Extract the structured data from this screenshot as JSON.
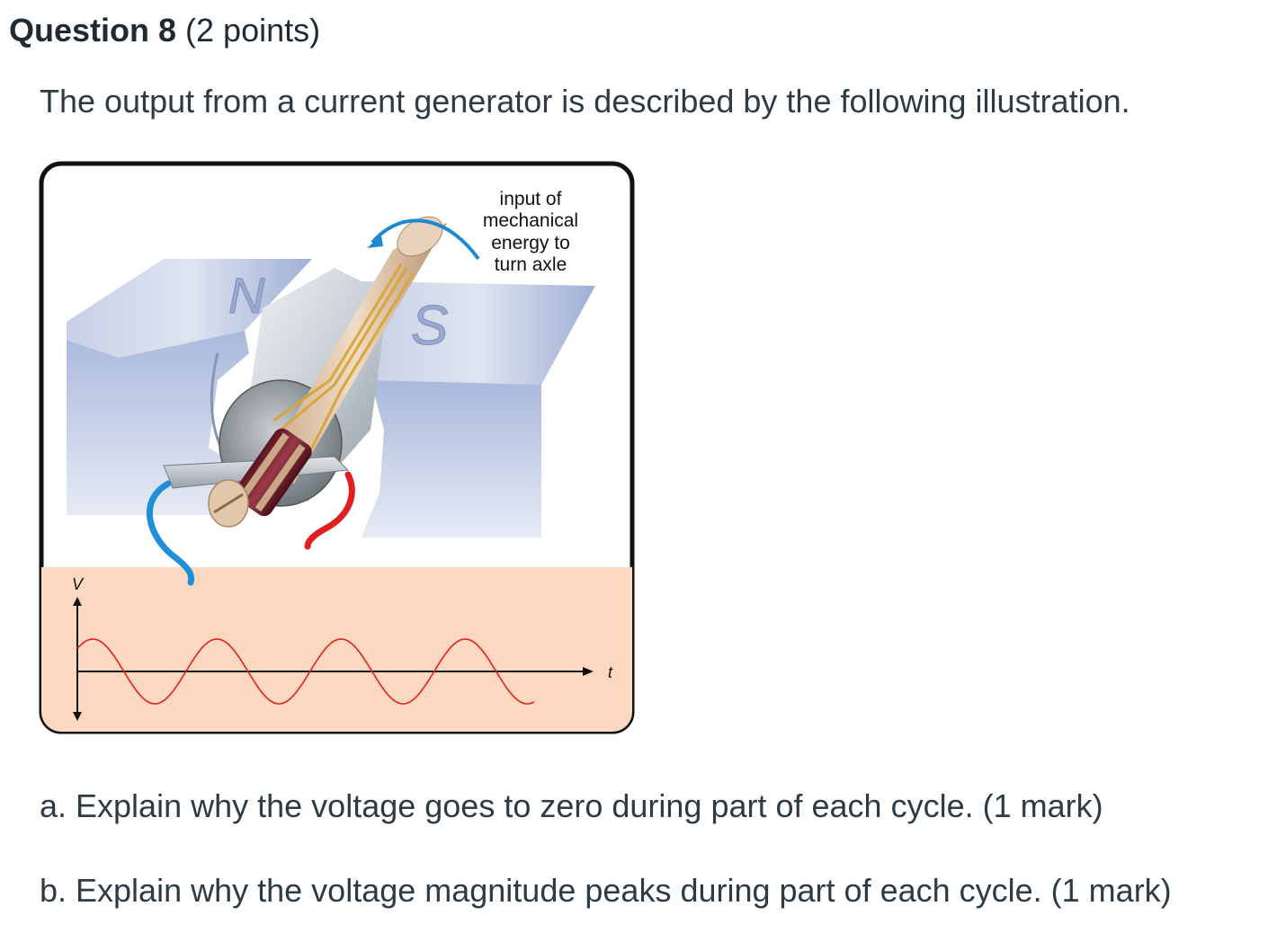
{
  "question": {
    "title": "Question 8",
    "points": "(2 points)"
  },
  "prompt": "The output from a current generator is described by the following illustration.",
  "figure": {
    "caption_lines": [
      "input of",
      "mechanical",
      "energy to",
      "turn axle"
    ],
    "north_label": "N",
    "south_label": "S",
    "voltage_axis_label": "V",
    "time_axis_label": "t",
    "colors": {
      "frame": "#111111",
      "graph_bg": "#fcd8c0",
      "wave": "#e2231a",
      "arrow": "#1c8ad0",
      "blue_wire": "#1f8fd8",
      "red_wire": "#e02020"
    }
  },
  "parts": {
    "a": "a. Explain why the voltage goes to zero during part of each cycle. (1 mark)",
    "b": "b. Explain why the voltage magnitude peaks during part of each cycle. (1 mark)"
  }
}
